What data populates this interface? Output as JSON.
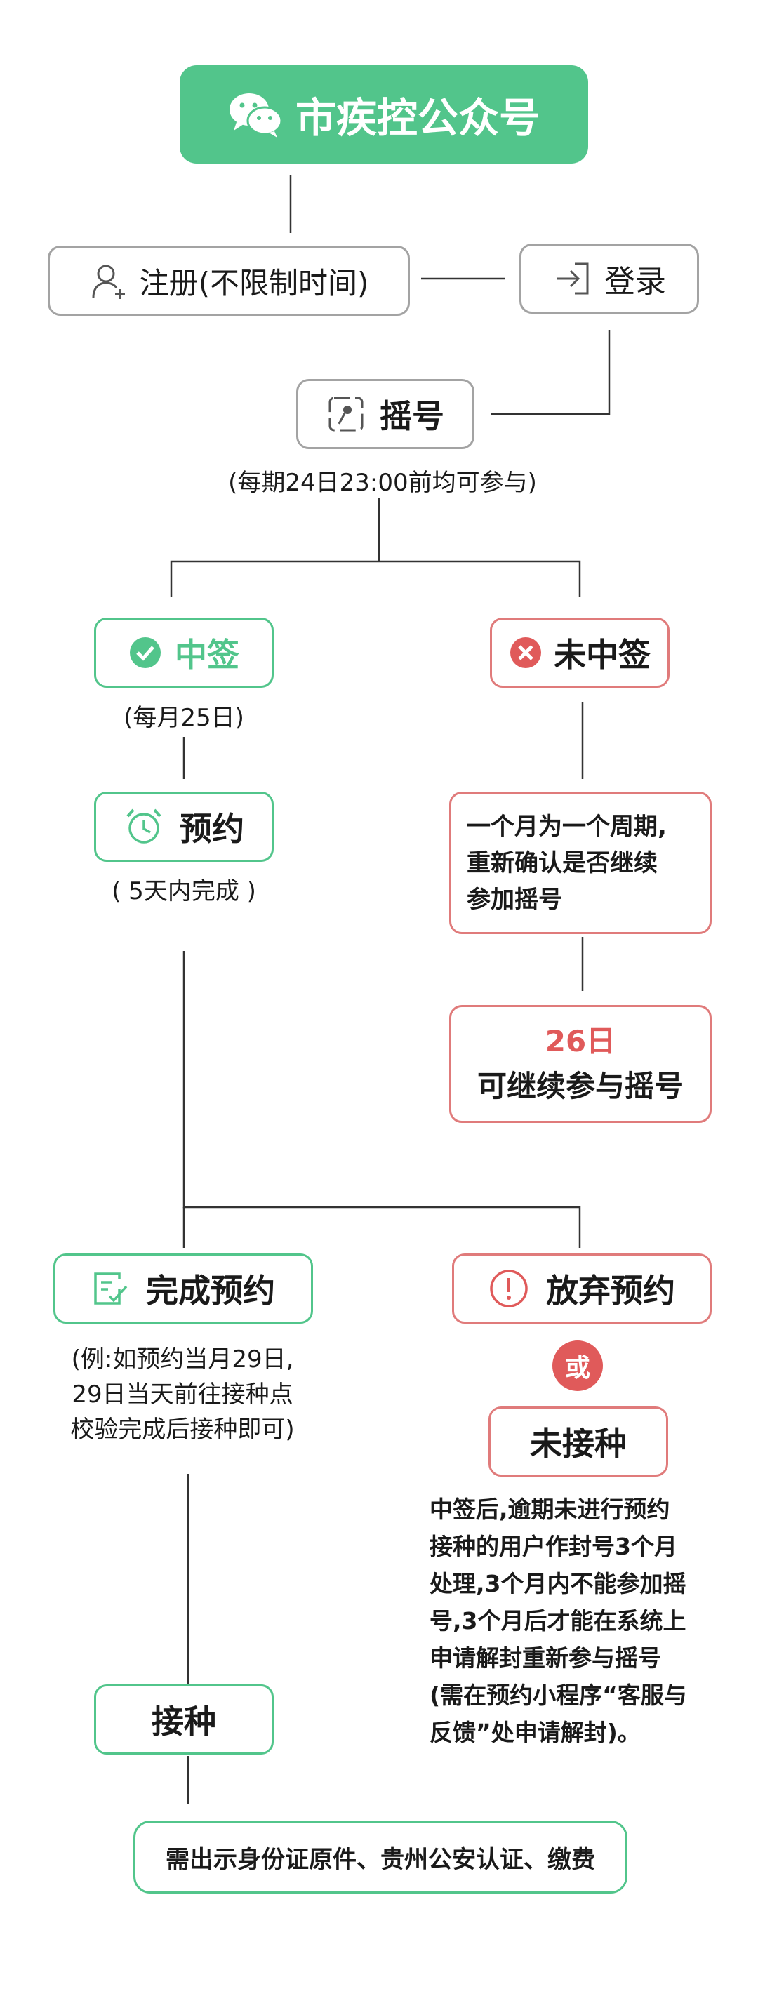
{
  "header": {
    "title": "市疾控公众号",
    "icon": "wechat-icon"
  },
  "register": {
    "label": "注册(不限制时间)",
    "icon": "user-add-icon"
  },
  "login": {
    "label": "登录",
    "icon": "login-icon"
  },
  "lottery": {
    "label": "摇号",
    "icon": "lottery-icon",
    "note": "(每期24日23:00前均可参与)"
  },
  "win": {
    "label": "中签",
    "icon": "check-circle-icon",
    "note": "(每月25日)"
  },
  "lose": {
    "label": "未中签",
    "icon": "close-circle-icon"
  },
  "appointment": {
    "label": "预约",
    "icon": "alarm-clock-icon",
    "note": "( 5天内完成 )"
  },
  "cycle": {
    "lines": [
      "一个月为一个周期,",
      "重新确认是否继续",
      "参加摇号"
    ]
  },
  "continue": {
    "day": "26日",
    "label": "可继续参与摇号"
  },
  "complete": {
    "label": "完成预约",
    "icon": "checklist-icon",
    "note_lines": [
      "(例:如预约当月29日,",
      "29日当天前往接种点",
      "校验完成后接种即可)"
    ]
  },
  "abandon": {
    "label": "放弃预约",
    "icon": "exclamation-circle-icon"
  },
  "or_label": "或",
  "not_vaccinated": {
    "label": "未接种"
  },
  "penalty": {
    "lines": [
      "中签后,逾期未进行预约",
      "接种的用户作封号3个月",
      "处理,3个月内不能参加摇",
      "号,3个月后才能在系统上",
      "申请解封重新参与摇号",
      "(需在预约小程序“客服与",
      "反馈”处申请解封)。"
    ]
  },
  "vaccinate": {
    "label": "接种"
  },
  "final": {
    "label": "需出示身份证原件、贵州公安认证、缴费"
  },
  "colors": {
    "green": "#52c58b",
    "red": "#e07b7b",
    "gray": "#a3a3a3"
  }
}
